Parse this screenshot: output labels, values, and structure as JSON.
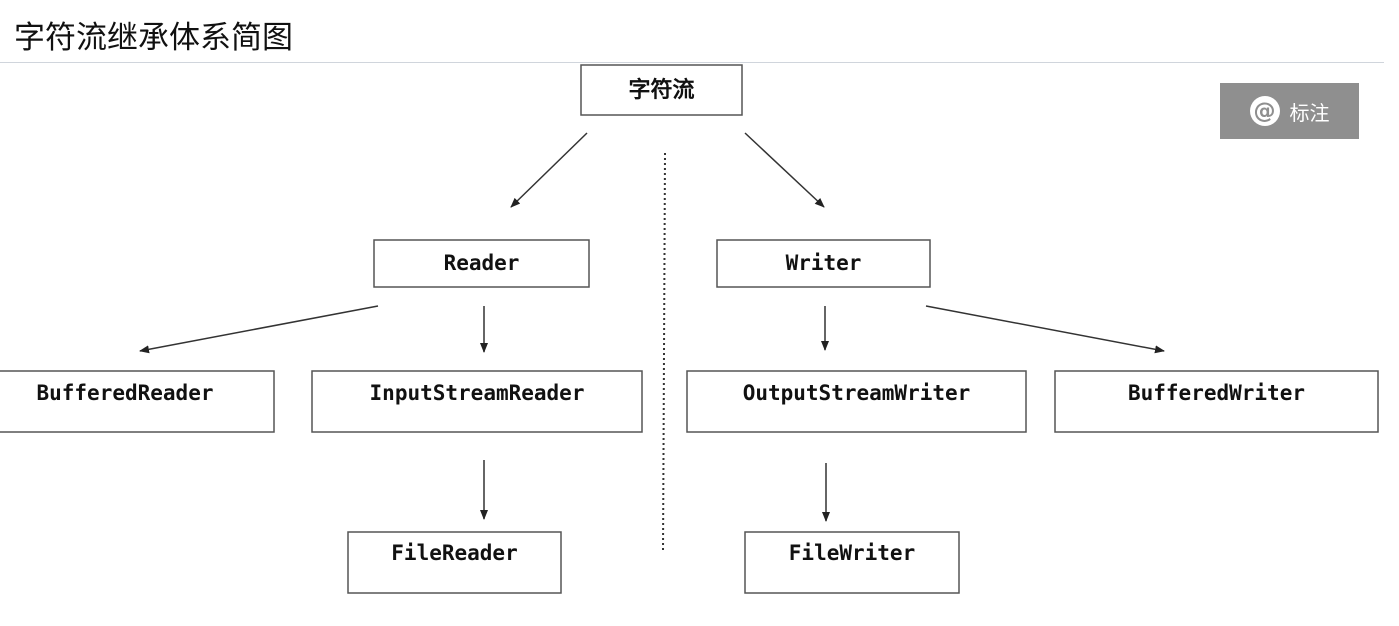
{
  "page": {
    "title": "字符流继承体系简图"
  },
  "annotate_button": {
    "label": "标注",
    "icon": "at-sign-icon"
  },
  "diagram": {
    "nodes": {
      "root": "字符流",
      "reader": "Reader",
      "writer": "Writer",
      "buffered_reader": "BufferedReader",
      "input_stream_reader": "InputStreamReader",
      "output_stream_writer": "OutputStreamWriter",
      "buffered_writer": "BufferedWriter",
      "file_reader": "FileReader",
      "file_writer": "FileWriter"
    },
    "edges": [
      [
        "root",
        "reader"
      ],
      [
        "root",
        "writer"
      ],
      [
        "reader",
        "buffered_reader"
      ],
      [
        "reader",
        "input_stream_reader"
      ],
      [
        "writer",
        "output_stream_writer"
      ],
      [
        "writer",
        "buffered_writer"
      ],
      [
        "input_stream_reader",
        "file_reader"
      ],
      [
        "output_stream_writer",
        "file_writer"
      ]
    ]
  }
}
